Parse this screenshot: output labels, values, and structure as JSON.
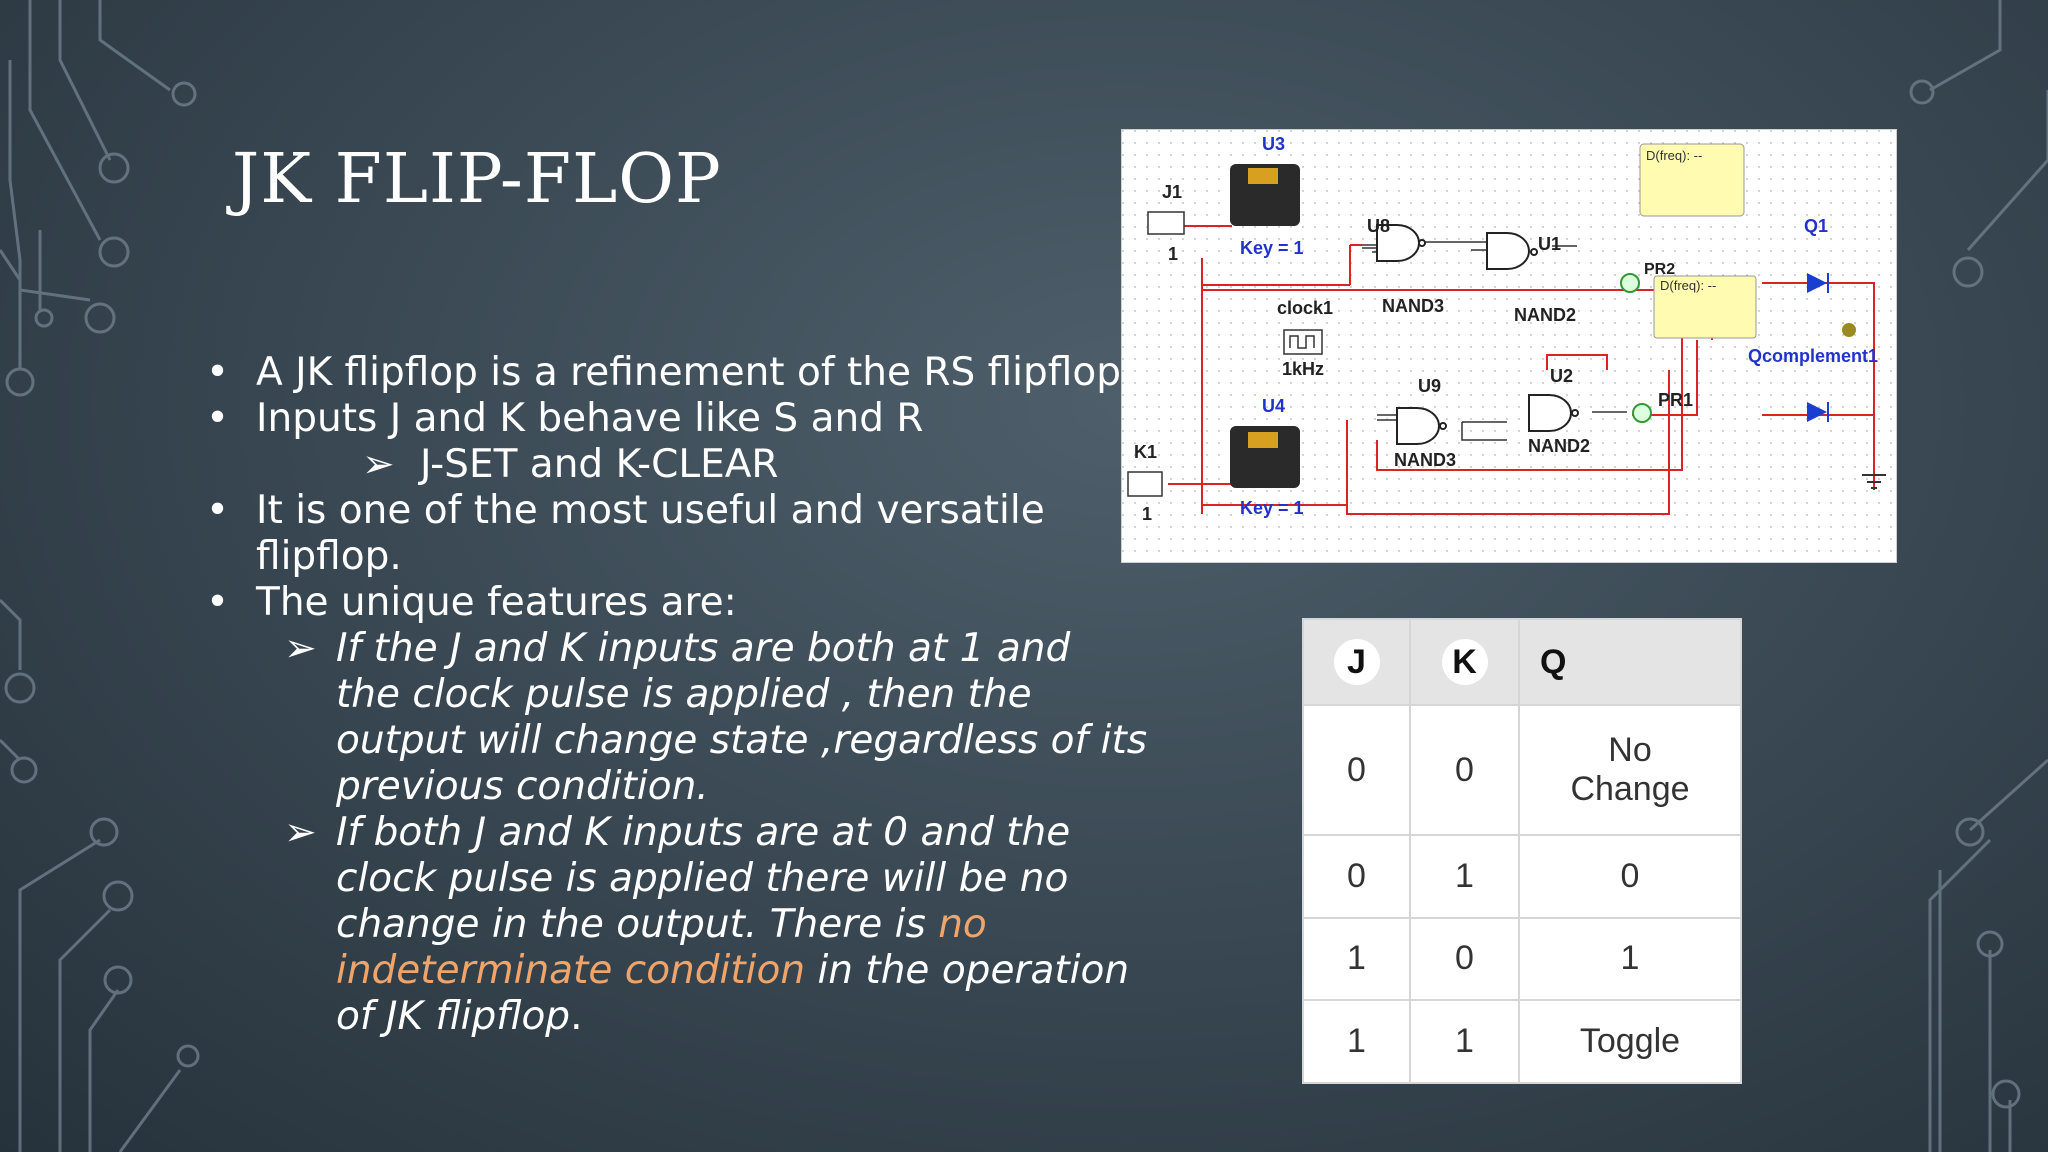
{
  "slide": {
    "title": "JK FLIP-FLOP",
    "bullets": [
      "A JK flipflop is a refinement of the RS flipflop.",
      "Inputs J and K behave like S and R",
      "J-SET and K-CLEAR",
      "It is one of the most useful and versatile",
      "flipflop.",
      "The unique features are:",
      "If the J and K inputs are both at 1 and",
      "the clock pulse is applied , then the",
      "output will change state ,regardless of its",
      "previous condition.",
      "If both J and K inputs are at 0 and the",
      "clock pulse is applied there will be no",
      "change in the output. There is ",
      "no",
      "indeterminate condition",
      " in the operation",
      "of JK flipflop",
      "."
    ],
    "arrow_glyph": "➢",
    "highlight_color": "#f0a46a"
  },
  "circuit": {
    "labels": {
      "u3": "U3",
      "j1": "J1",
      "j1_val": "1",
      "key_top": "Key = 1",
      "u8": "U8",
      "nand3_top": "NAND3",
      "u1": "U1",
      "nand2_top": "NAND2",
      "pr2": "PR2",
      "dfreq1": "D(freq): --",
      "dfreq2": "D(freq): --",
      "q1": "Q1",
      "clock": "clock1",
      "freq": "1kHz",
      "qcomp": "Qcomplement1",
      "u9": "U9",
      "u2": "U2",
      "pr1": "PR1",
      "u4": "U4",
      "k1": "K1",
      "k1_val": "1",
      "nand3_bot": "NAND3",
      "nand2_bot": "NAND2",
      "key_bot": "Key = 1"
    }
  },
  "truth_table": {
    "headers": [
      "J",
      "K",
      "Q"
    ],
    "rows": [
      [
        "0",
        "0",
        "No",
        "Change"
      ],
      [
        "0",
        "1",
        "0"
      ],
      [
        "1",
        "0",
        "1"
      ],
      [
        "1",
        "1",
        "Toggle"
      ]
    ]
  }
}
